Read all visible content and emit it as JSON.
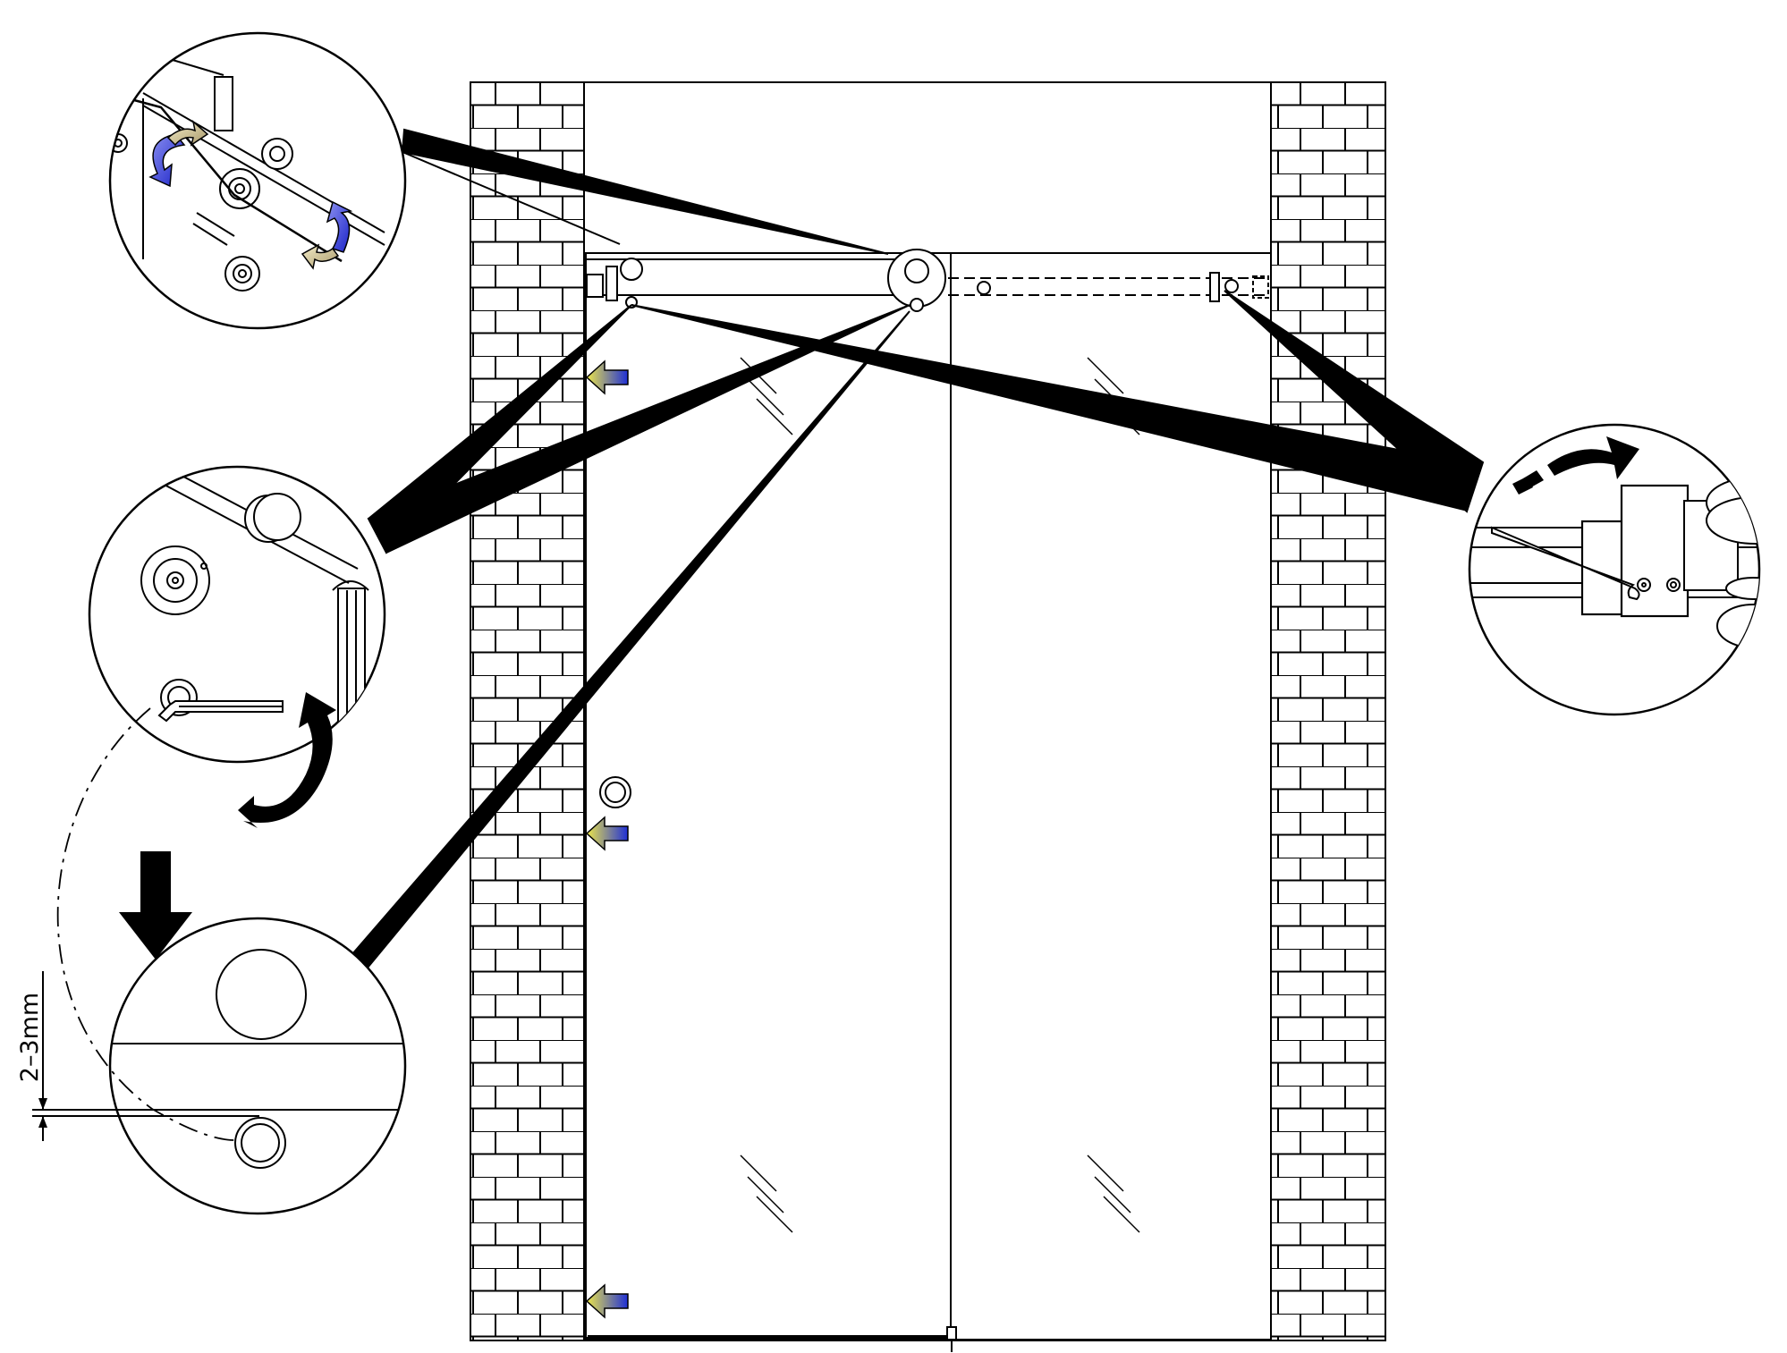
{
  "diagram": {
    "dimension_label": "2–3mm",
    "colors": {
      "line": "#000000",
      "background": "#ffffff",
      "arrow_blue": "#1f2fd6",
      "arrow_yellow": "#e8e24a",
      "arrow_tan": "#c9bd8e"
    },
    "icons": [
      "wall-brick-pattern",
      "glass-door-panel",
      "sliding-rail",
      "roller-wheel",
      "allen-key",
      "rotate-arrow-icon",
      "push-arrow-icon",
      "down-arrow-icon"
    ]
  }
}
